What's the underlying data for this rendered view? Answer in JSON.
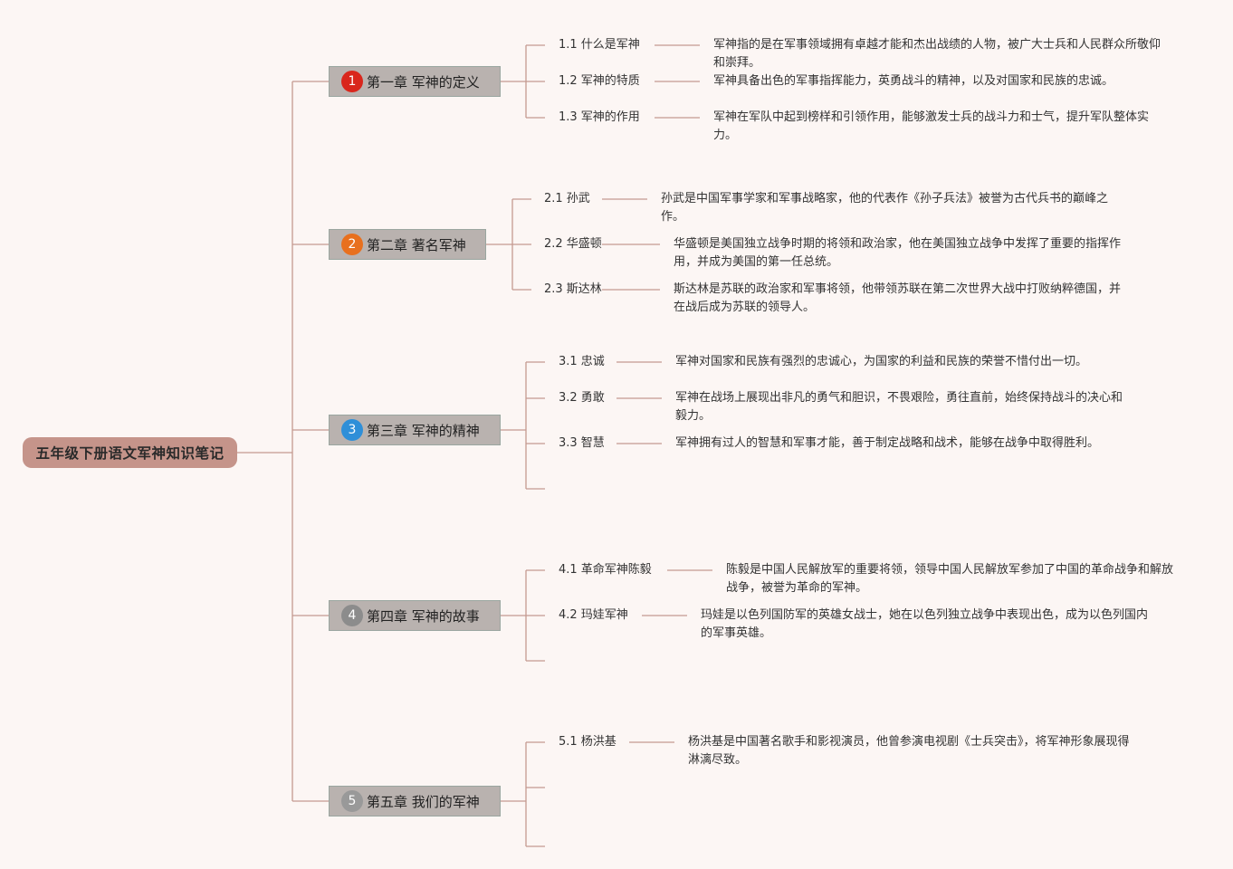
{
  "root": {
    "title": "五年级下册语文军神知识笔记"
  },
  "chapters": [
    {
      "number": "1",
      "badge_color": "#d9261c",
      "title": "第一章 军神的定义",
      "items": [
        {
          "label": "1.1 什么是军神",
          "text": "军神指的是在军事领域拥有卓越才能和杰出战绩的人物，被广大士兵和人民群众所敬仰和崇拜。"
        },
        {
          "label": "1.2 军神的特质",
          "text": "军神具备出色的军事指挥能力，英勇战斗的精神，以及对国家和民族的忠诚。"
        },
        {
          "label": "1.3 军神的作用",
          "text": "军神在军队中起到榜样和引领作用，能够激发士兵的战斗力和士气，提升军队整体实力。"
        }
      ]
    },
    {
      "number": "2",
      "badge_color": "#e8701e",
      "title": "第二章 著名军神",
      "items": [
        {
          "label": "2.1 孙武",
          "text": "孙武是中国军事学家和军事战略家，他的代表作《孙子兵法》被誉为古代兵书的巅峰之作。"
        },
        {
          "label": "2.2 华盛顿",
          "text": "华盛顿是美国独立战争时期的将领和政治家，他在美国独立战争中发挥了重要的指挥作用，并成为美国的第一任总统。"
        },
        {
          "label": "2.3 斯达林",
          "text": "斯达林是苏联的政治家和军事将领，他带领苏联在第二次世界大战中打败纳粹德国，并在战后成为苏联的领导人。"
        }
      ]
    },
    {
      "number": "3",
      "badge_color": "#2f8fd8",
      "title": "第三章 军神的精神",
      "items": [
        {
          "label": "3.1 忠诚",
          "text": "军神对国家和民族有强烈的忠诚心，为国家的利益和民族的荣誉不惜付出一切。"
        },
        {
          "label": "3.2 勇敢",
          "text": "军神在战场上展现出非凡的勇气和胆识，不畏艰险，勇往直前，始终保持战斗的决心和毅力。"
        },
        {
          "label": "3.3 智慧",
          "text": "军神拥有过人的智慧和军事才能，善于制定战略和战术，能够在战争中取得胜利。"
        }
      ]
    },
    {
      "number": "4",
      "badge_color": "#8c8c8c",
      "title": "第四章 军神的故事",
      "items": [
        {
          "label": "4.1 革命军神陈毅",
          "text": "陈毅是中国人民解放军的重要将领，领导中国人民解放军参加了中国的革命战争和解放战争，被誉为革命的军神。"
        },
        {
          "label": "4.2 玛娃军神",
          "text": "玛娃是以色列国防军的英雄女战士，她在以色列独立战争中表现出色，成为以色列国内的军事英雄。"
        }
      ]
    },
    {
      "number": "5",
      "badge_color": "#999999",
      "title": "第五章 我们的军神",
      "items": [
        {
          "label": "5.1 杨洪基",
          "text": "杨洪基是中国著名歌手和影视演员，他曾参演电视剧《士兵突击》，将军神形象展现得淋漓尽致。"
        }
      ]
    }
  ]
}
